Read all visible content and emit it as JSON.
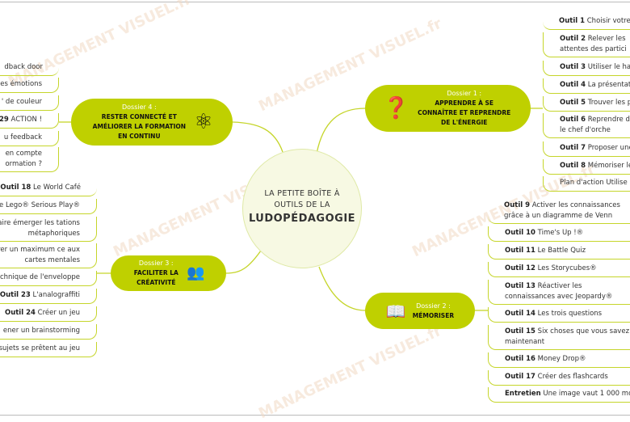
{
  "center": {
    "line1": "LA PETITE BOÎTE À",
    "line2": "OUTILS DE LA",
    "title": "LUDOPÉDAGOGIE"
  },
  "watermark": "MANAGEMENT VISUEL.fr",
  "dossiers": [
    {
      "label": "Dossier 1 :",
      "title": "APPRENDRE À SE CONNAÎTRE ET REPRENDRE DE L'ÉNERGIE",
      "icon": "head-question-icon"
    },
    {
      "label": "Dossier 2 :",
      "title": "MÉMORISER",
      "icon": "reader-headphones-icon"
    },
    {
      "label": "Dossier 3 :",
      "title": "FACILITER LA CRÉATIVITÉ",
      "icon": "speaker-audience-icon"
    },
    {
      "label": "Dossier 4 :",
      "title": "RESTER CONNECTÉ ET AMÉLIORER LA FORMATION EN CONTINU",
      "icon": "network-molecule-icon"
    }
  ],
  "d1_items": [
    {
      "b": "Outil 1",
      "t": "Choisir votre"
    },
    {
      "b": "Outil 2",
      "t": "Relever les attentes des partici"
    },
    {
      "b": "Outil 3",
      "t": "Utiliser le ha"
    },
    {
      "b": "Outil 4",
      "t": "La présentat"
    },
    {
      "b": "Outil 5",
      "t": "Trouver les p"
    },
    {
      "b": "Outil 6",
      "t": "Reprendre d avec le chef d'orche"
    },
    {
      "b": "Outil 7",
      "t": "Proposer une"
    },
    {
      "b": "Outil 8",
      "t": "Mémoriser le"
    },
    {
      "b": "",
      "t": "Plan d'action Utilise"
    }
  ],
  "d2_items": [
    {
      "b": "Outil 9",
      "t": "Activer les connaissances grâce à un diagramme de Venn"
    },
    {
      "b": "Outil 10",
      "t": "Time's Up !®"
    },
    {
      "b": "Outil 11",
      "t": "Le Battle Quiz"
    },
    {
      "b": "Outil 12",
      "t": "Les Storycubes®"
    },
    {
      "b": "Outil 13",
      "t": "Réactiver les connaissances avec Jeopardy®"
    },
    {
      "b": "Outil 14",
      "t": "Les trois questions"
    },
    {
      "b": "Outil 15",
      "t": "Six choses que vous savez maintenant"
    },
    {
      "b": "Outil 16",
      "t": "Money Drop®"
    },
    {
      "b": "Outil 17",
      "t": "Créer des flashcards"
    },
    {
      "b": "Entretien",
      "t": "Une image vaut 1 000 mo"
    }
  ],
  "d3_items": [
    {
      "b": "Outil 18",
      "t": "Le World Café"
    },
    {
      "b": "",
      "t": "de Lego® Serious Play®"
    },
    {
      "b": "",
      "t": "aire émerger les tations métaphoriques"
    },
    {
      "b": "",
      "t": "érer un maximum ce aux cartes mentales"
    },
    {
      "b": "",
      "t": "chnique de l'enveloppe"
    },
    {
      "b": "Outil 23",
      "t": "L'analograffiti"
    },
    {
      "b": "Outil 24",
      "t": "Créer un jeu"
    },
    {
      "b": "",
      "t": "ener un brainstorming"
    },
    {
      "b": "",
      "t": "sujets se prêtent au jeu"
    }
  ],
  "d4_items": [
    {
      "b": "",
      "t": "dback door"
    },
    {
      "b": "",
      "t": "es émotions"
    },
    {
      "b": "",
      "t": "' de couleur"
    },
    {
      "b": "29",
      "t": "ACTION !"
    },
    {
      "b": "",
      "t": "u feedback"
    },
    {
      "b": "",
      "t": "en compte ormation ?"
    }
  ]
}
